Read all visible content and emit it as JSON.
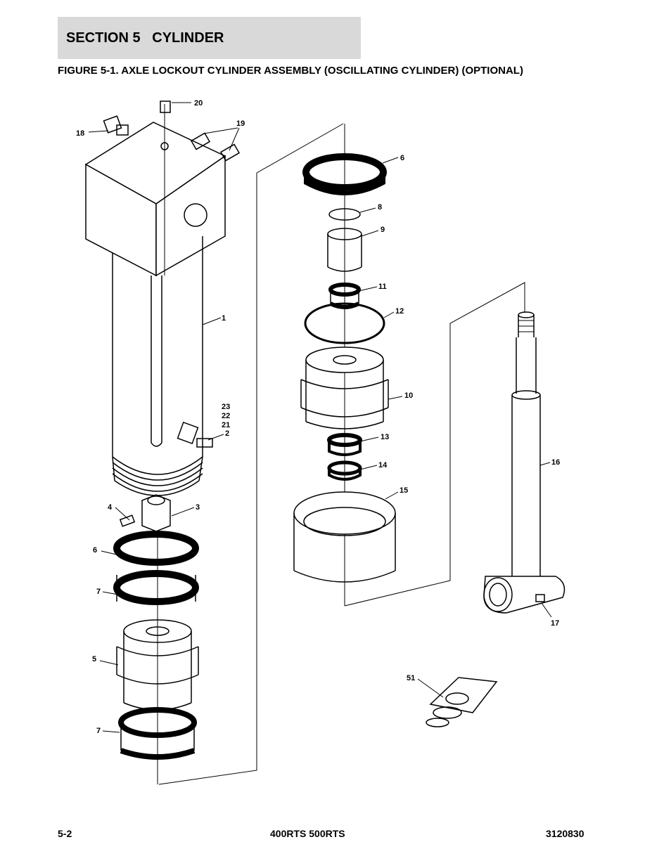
{
  "header": {
    "section_title": "SECTION 5   CYLINDER"
  },
  "figure": {
    "title": "FIGURE 5-1. AXLE LOCKOUT CYLINDER ASSEMBLY (OSCILLATING CYLINDER) (OPTIONAL)",
    "callouts": {
      "c1": "1",
      "c2": "2",
      "c3": "3",
      "c4": "4",
      "c5": "5",
      "c6a": "6",
      "c6b": "6",
      "c7a": "7",
      "c7b": "7",
      "c8": "8",
      "c9": "9",
      "c10": "10",
      "c11": "11",
      "c12": "12",
      "c13": "13",
      "c14": "14",
      "c15": "15",
      "c16": "16",
      "c17": "17",
      "c18": "18",
      "c19": "19",
      "c20": "20",
      "c21": "21",
      "c22": "22",
      "c23": "23",
      "c51": "51"
    }
  },
  "footer": {
    "page_number": "5-2",
    "models": "400RTS 500RTS",
    "manual_number": "3120830"
  }
}
